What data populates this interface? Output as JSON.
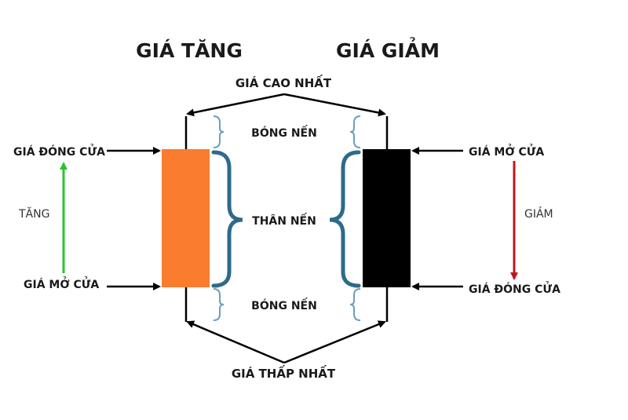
{
  "headings": {
    "rising": "GIÁ TĂNG",
    "falling": "GIÁ GIẢM"
  },
  "center_labels": {
    "highest": "GIÁ CAO NHẤT",
    "upper_shadow": "BÓNG NẾN",
    "body": "THÂN NẾN",
    "lower_shadow": "BÓNG NẾN",
    "lowest": "GIÁ THẤP NHẤT"
  },
  "rising_side": {
    "close_label": "GIÁ ĐÓNG CỬA",
    "open_label": "GIÁ MỞ CỬA",
    "direction_label": "TĂNG"
  },
  "falling_side": {
    "open_label": "GIÁ MỞ CỬA",
    "close_label": "GIÁ ĐÓNG CỬA",
    "direction_label": "GIẢM"
  },
  "colors": {
    "rising_candle": "#f97c2f",
    "falling_candle": "#000000",
    "brace_large": "#2e6a8a",
    "brace_small": "#6a9fc0",
    "up_arrow": "#2bc42b",
    "down_arrow": "#c0151c",
    "line": "#000000"
  }
}
